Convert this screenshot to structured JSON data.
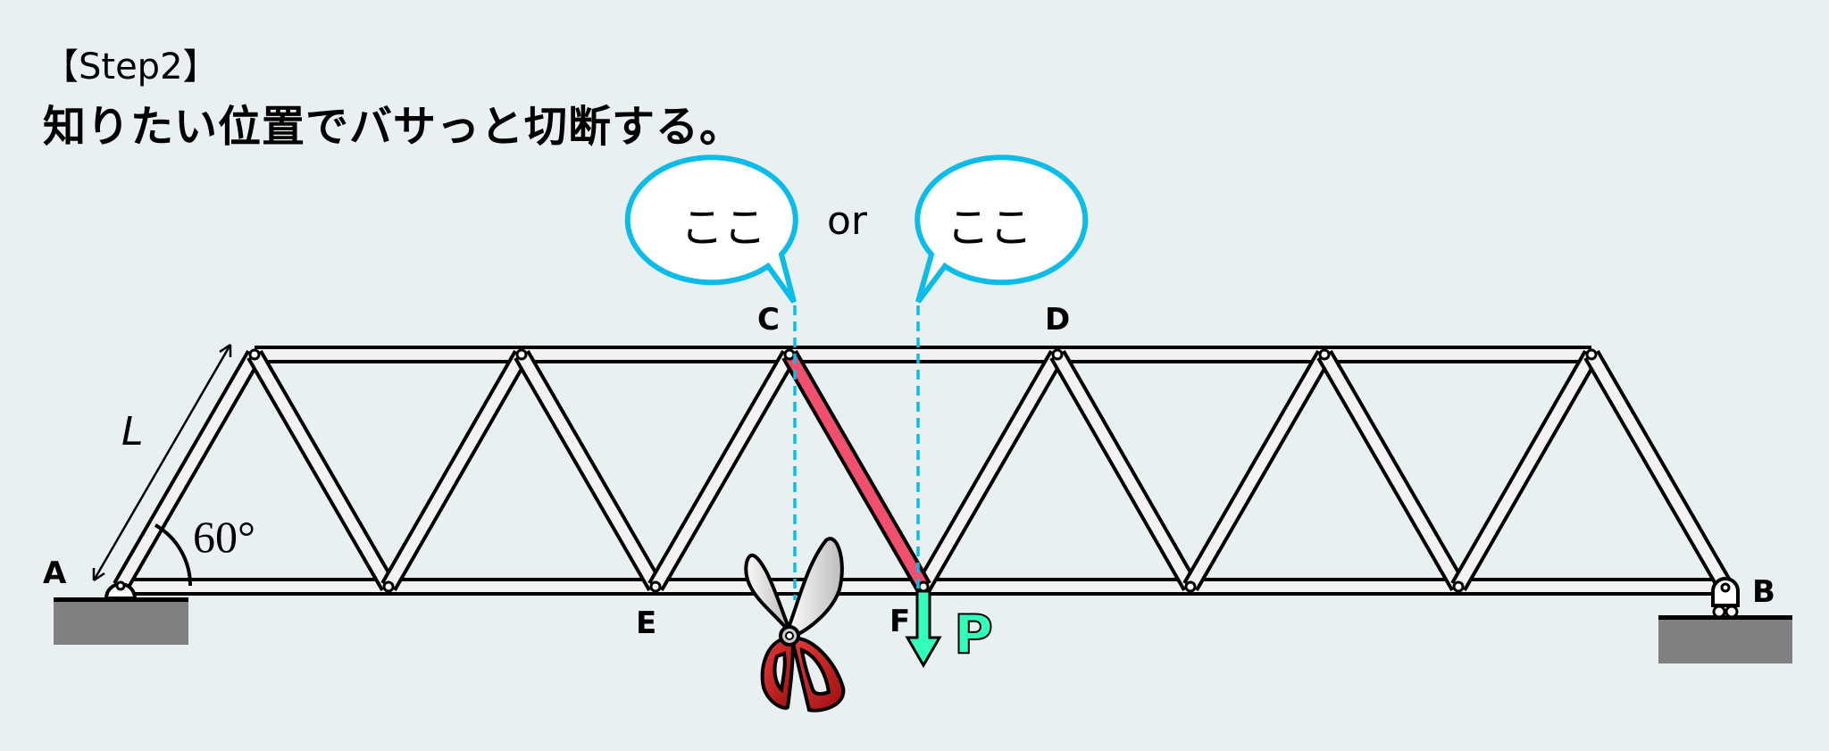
{
  "heading": {
    "step": "【Step2】",
    "instruction": "知りたい位置でバサっと切断する。"
  },
  "bubbles": {
    "left": "ここ",
    "or": "or",
    "right": "ここ"
  },
  "labels": {
    "A": "A",
    "B": "B",
    "C": "C",
    "D": "D",
    "E": "E",
    "F": "F",
    "load": "P",
    "length": "L",
    "angle": "60°"
  },
  "colors": {
    "background": "#e8f0f2",
    "cut_member": "#f0506e",
    "bubble_outline": "#0cbce8",
    "load_arrow": "#33ffbb",
    "ground": "#808080"
  }
}
